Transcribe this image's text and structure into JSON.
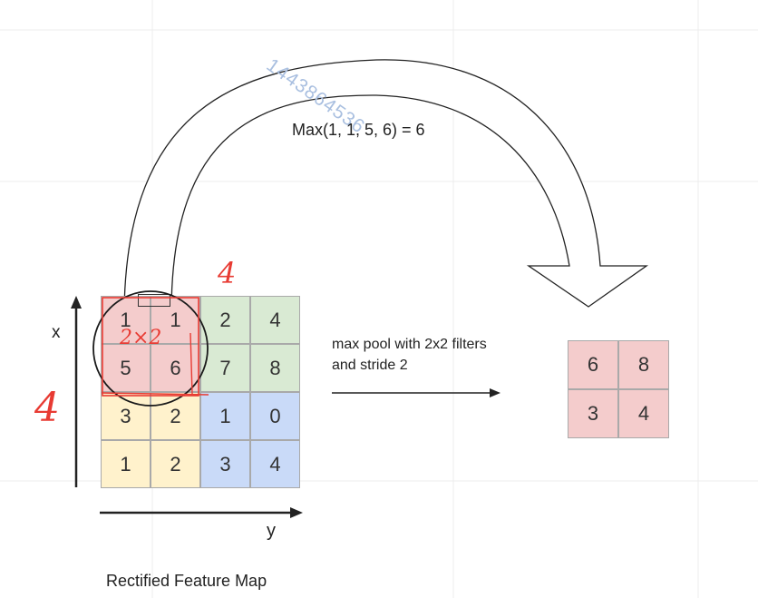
{
  "watermark": "1443864536",
  "formula": "Max(1, 1, 5, 6) = 6",
  "feature_map": {
    "caption": "Rectified Feature Map",
    "x_label": "x",
    "y_label": "y",
    "rows": [
      [
        1,
        1,
        2,
        4
      ],
      [
        5,
        6,
        7,
        8
      ],
      [
        3,
        2,
        1,
        0
      ],
      [
        1,
        2,
        3,
        4
      ]
    ],
    "quadrant_colors": {
      "top_left": "#f4cccc",
      "top_right": "#d9ead3",
      "bottom_left": "#fff2cc",
      "bottom_right": "#c9daf8"
    }
  },
  "operation_label": {
    "line1": "max pool with 2x2 filters",
    "line2": "and stride 2"
  },
  "pooled_map": {
    "rows": [
      [
        6,
        8
      ],
      [
        3,
        4
      ]
    ]
  },
  "handwriting": {
    "top": "4",
    "left": "4",
    "window": "2×2"
  },
  "colors": {
    "handwriting": "#e83b33",
    "grid_border": "#a9a9a9"
  }
}
